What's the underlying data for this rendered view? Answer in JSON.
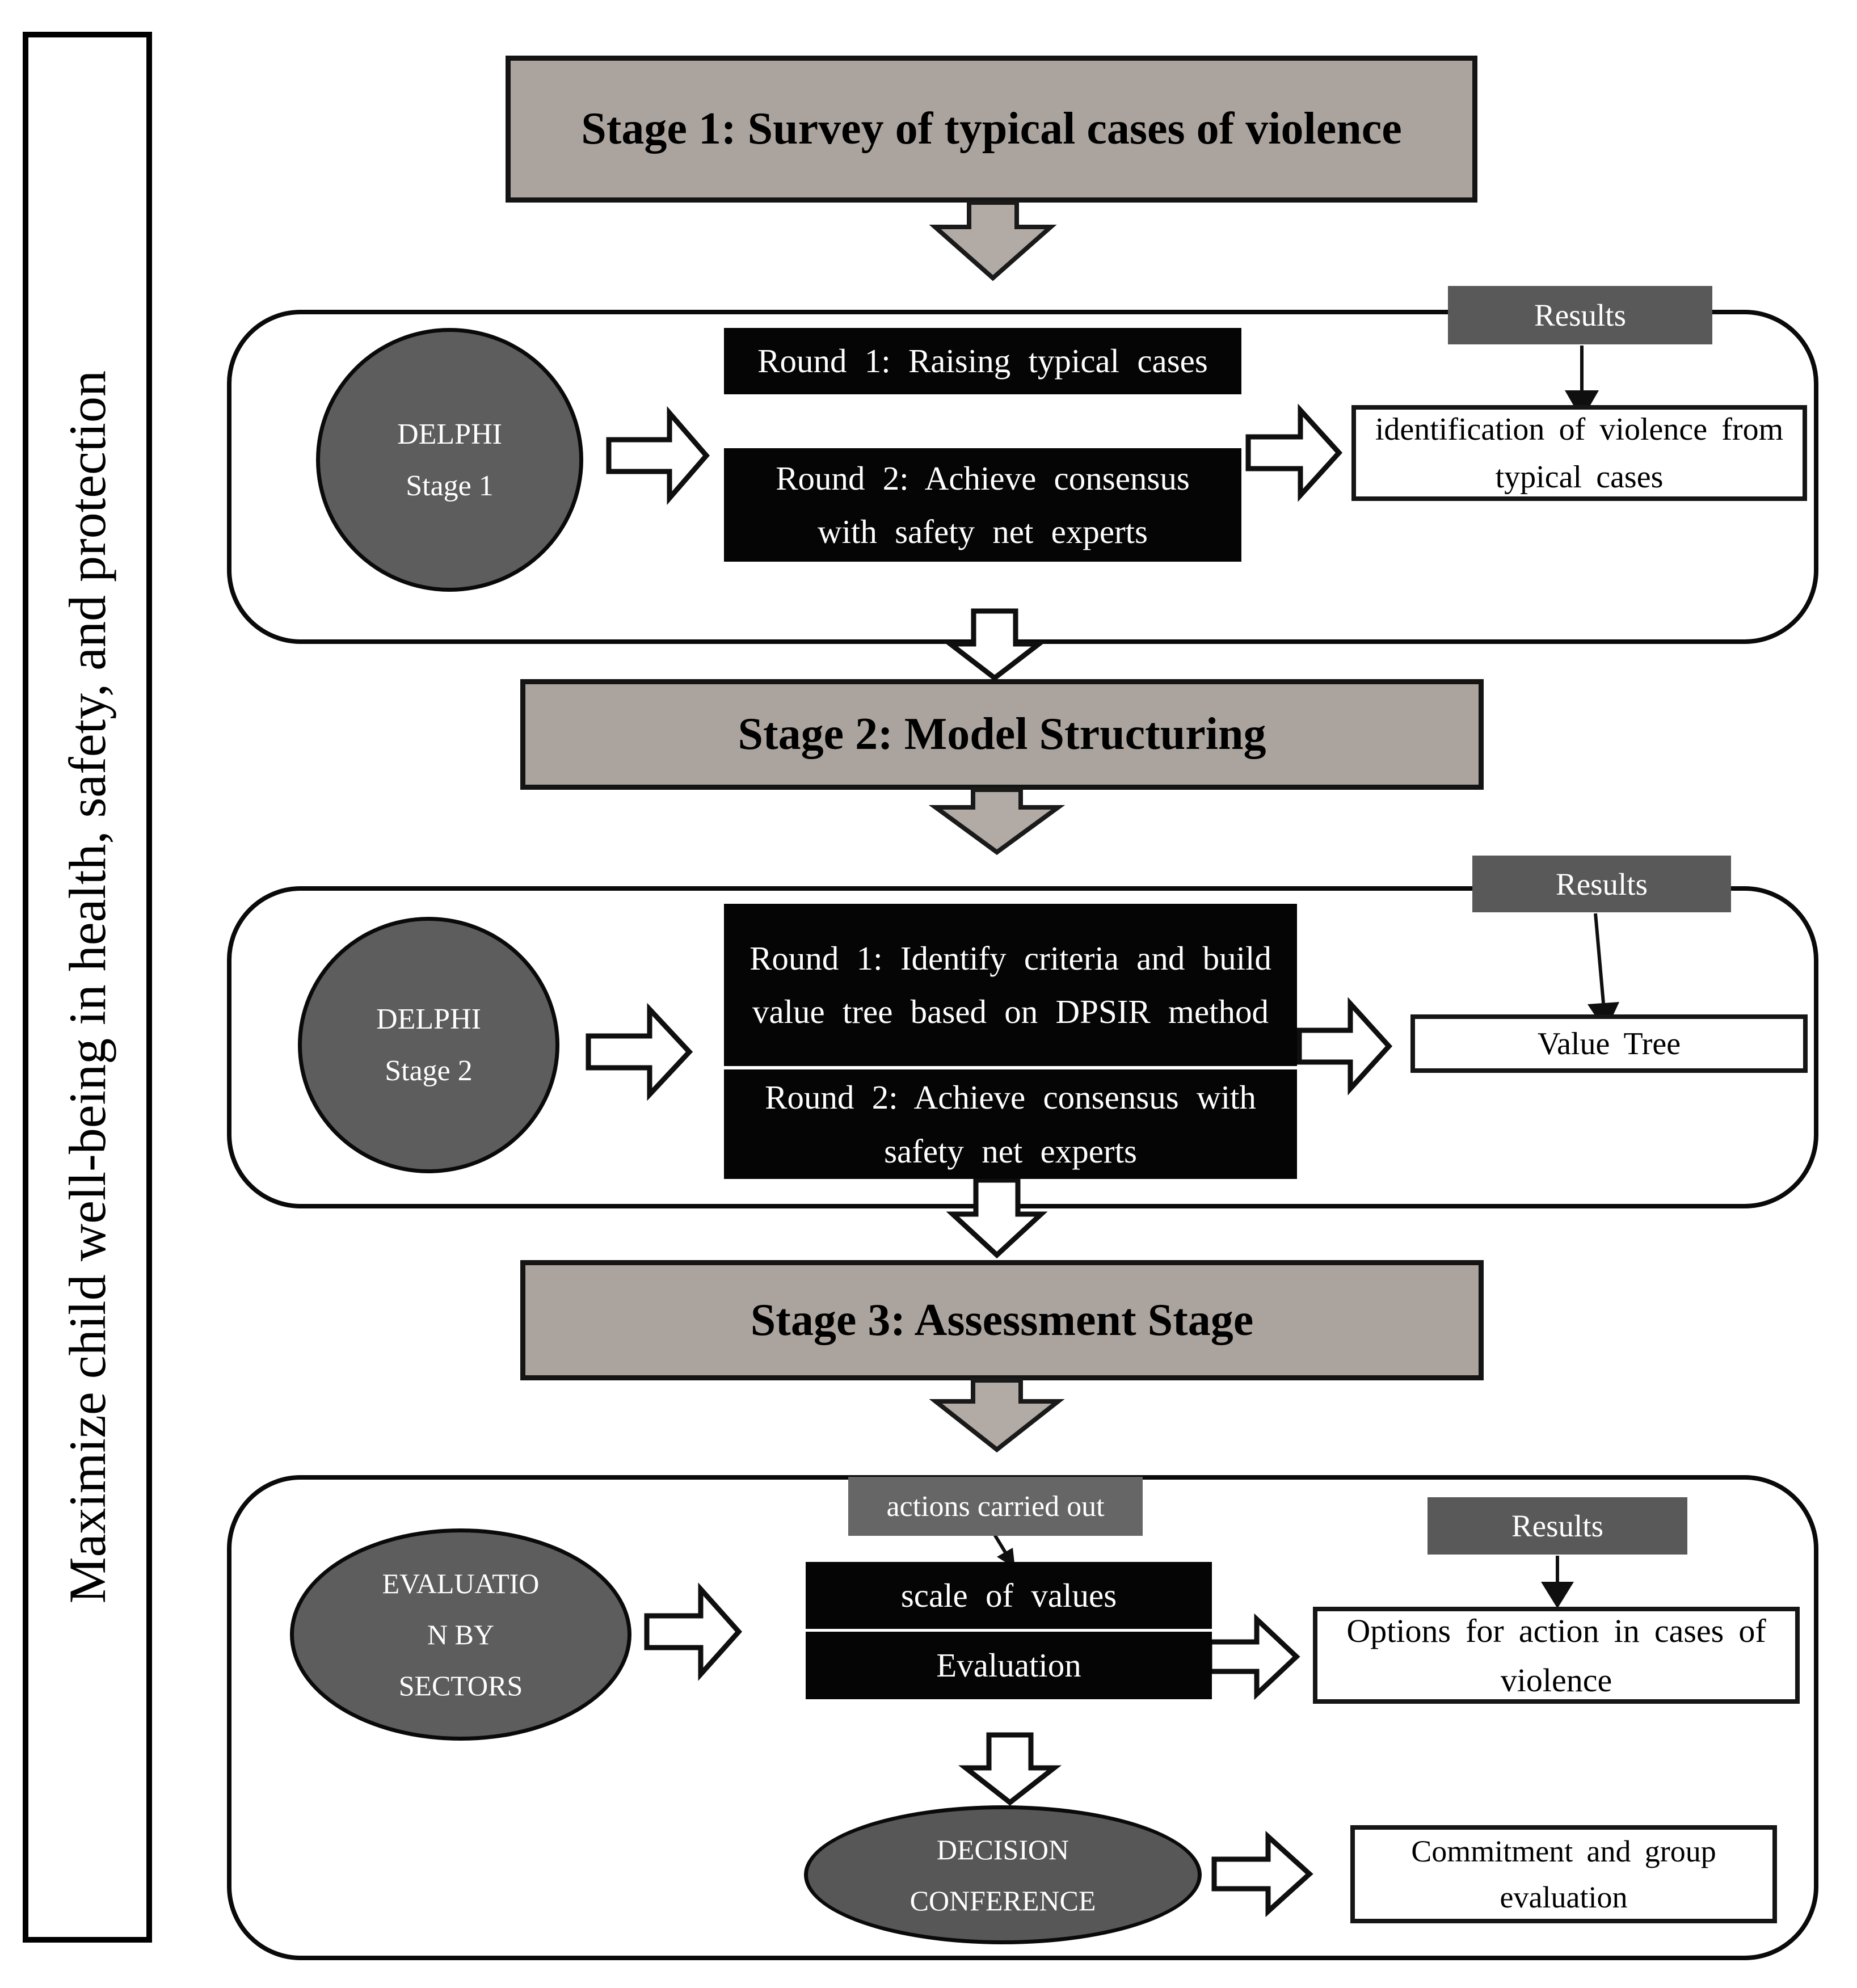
{
  "sidebar": {
    "label": "Maximize child well-being in health, safety, and protection"
  },
  "stage1": {
    "banner": "Stage 1: Survey of typical cases of violence",
    "delphi": "DELPHI\nStage 1",
    "round1": "Round 1: Raising typical cases",
    "round2": "Round 2: Achieve consensus with safety net experts",
    "results_label": "Results",
    "result": "identification of violence from typical cases"
  },
  "stage2": {
    "banner": "Stage 2: Model Structuring",
    "delphi": "DELPHI\nStage 2",
    "round1": "Round 1: Identify criteria and build value tree based on DPSIR method",
    "round2": "Round 2: Achieve consensus with safety net experts",
    "results_label": "Results",
    "result": "Value Tree"
  },
  "stage3": {
    "banner": "Stage 3: Assessment Stage",
    "actions_label": "actions carried out",
    "sectors": "EVALUATIO\nN BY\nSECTORS",
    "scale_label": "scale of values",
    "evaluation_label": "Evaluation",
    "results_label": "Results",
    "result": "Options for action in cases of violence",
    "decision": "DECISION\nCONFERENCE",
    "commitment": "Commitment and group evaluation"
  },
  "colors": {
    "banner_gray": "#aba49e",
    "arrow_gray": "#b2aba5",
    "label_dark_gray": "#595959",
    "actions_gray": "#666666",
    "ellipse_gray": "#5d5d5d",
    "box_black": "#050505",
    "line_black": "#0f0f0f"
  }
}
